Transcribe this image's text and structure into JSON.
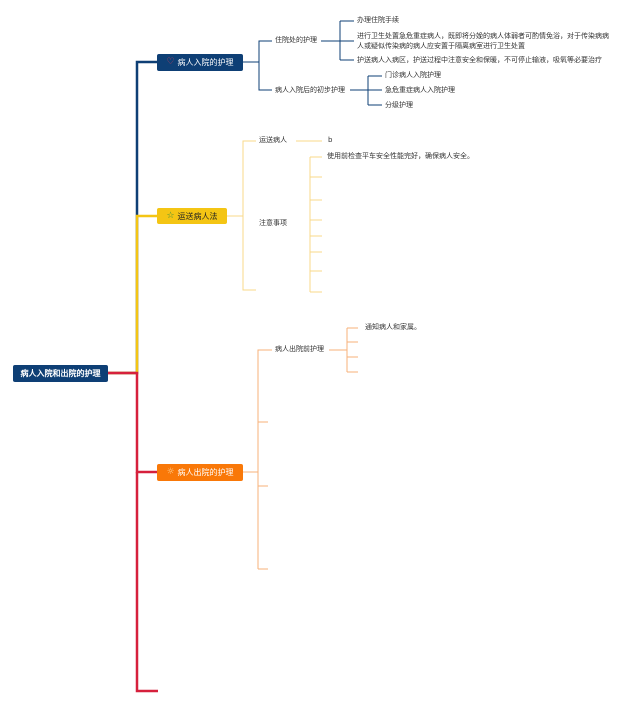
{
  "root": {
    "label": "病人入院和出院的护理"
  },
  "branches": {
    "admission": {
      "label": "病人入院的护理",
      "icon": "heart-icon",
      "color": "#0e3f75",
      "children": {
        "ward_care": {
          "label": "住院处的护理",
          "items": [
            "办理住院手续",
            "进行卫生处置急危重症病人，既即将分娩的病人体弱者可酌情免浴，对于传染病病人或疑似传染病的病人应安置于隔离病室进行卫生处置",
            "护送病人入病区，护送过程中注意安全和保暖，不可停止输液，吸氧等必要治疗"
          ]
        },
        "initial_care": {
          "label": "病人入院后的初步护理",
          "items": [
            "门诊病人入院护理",
            "急危重症病人入院护理",
            "分级护理"
          ]
        }
      }
    },
    "transport": {
      "label": "运送病人法",
      "icon": "star-icon",
      "color": "#f4c514",
      "children": {
        "transport_patient": {
          "label": "运送病人",
          "value": "b"
        },
        "notes": {
          "label": "注意事项",
          "first": "使用前检查平车安全性能完好，确保病人安全。"
        }
      }
    },
    "discharge": {
      "label": "病人出院的护理",
      "icon": "sun-icon",
      "color": "#f97808",
      "children": {
        "pre_discharge": {
          "label": "病人出院前护理",
          "first": "通知病人和家属。"
        }
      }
    }
  },
  "colors": {
    "trunk_blue": "#0e3f75",
    "trunk_yellow": "#f4c514",
    "trunk_red": "#d6203c",
    "wire_yellow": "#f8d98a",
    "wire_orange": "#f7b27a"
  }
}
